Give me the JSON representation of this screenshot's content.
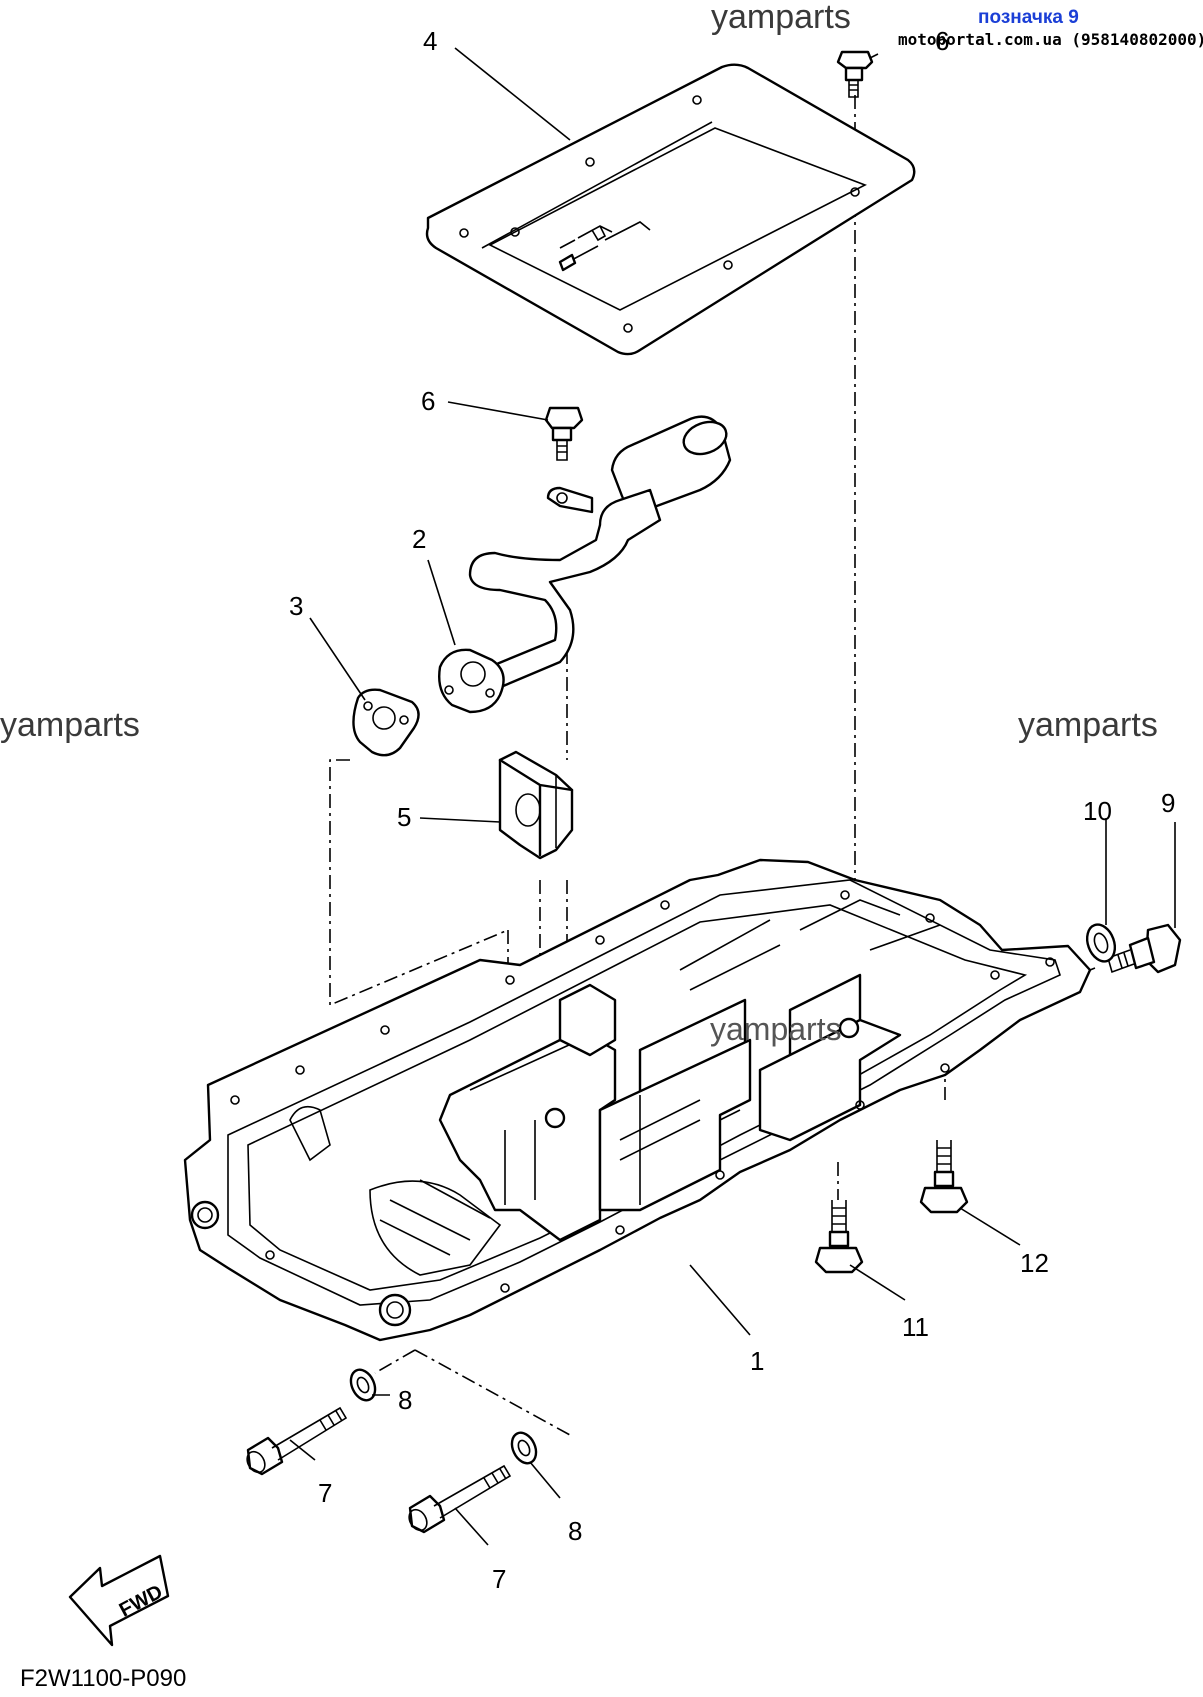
{
  "watermarks": {
    "top": "yamparts",
    "left": "yamparts",
    "right": "yamparts",
    "center": "yamparts"
  },
  "tag": {
    "text": "позначка 9",
    "color": "#1b3fd6"
  },
  "site": "motoportal.com.ua (958140802000)",
  "drawing_code": "F2W1100-P090",
  "fwd_label": "FWD",
  "callouts": {
    "c1": "1",
    "c2": "2",
    "c3": "3",
    "c4": "4",
    "c5": "5",
    "c6a": "6",
    "c6b": "6",
    "c7a": "7",
    "c7b": "7",
    "c8a": "8",
    "c8b": "8",
    "c9": "9",
    "c10": "10",
    "c11": "11",
    "c12": "12"
  }
}
